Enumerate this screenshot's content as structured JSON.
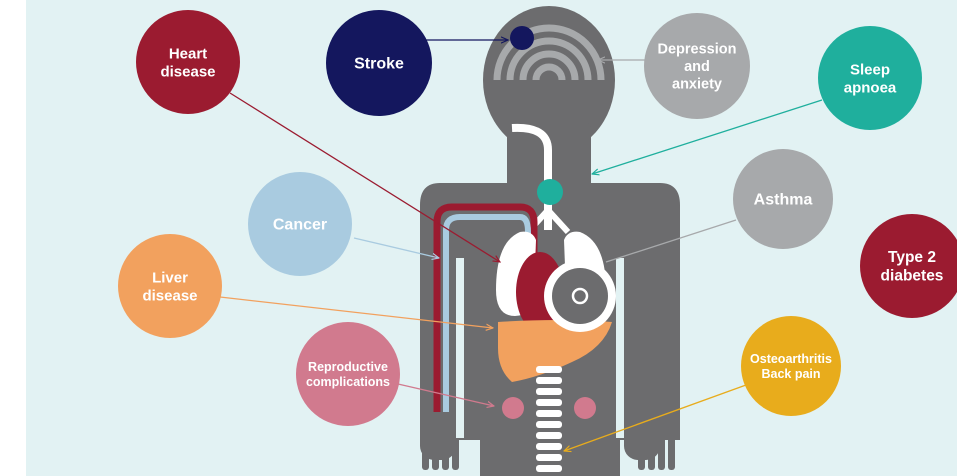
{
  "conditions": {
    "heart_disease": {
      "lines": [
        "Heart",
        "disease"
      ],
      "color": "#9b1b30"
    },
    "stroke": {
      "lines": [
        "Stroke"
      ],
      "color": "#14175e"
    },
    "depression": {
      "lines": [
        "Depression",
        "and",
        "anxiety"
      ],
      "color": "#a7a9ab"
    },
    "sleep_apnoea": {
      "lines": [
        "Sleep",
        "apnoea"
      ],
      "color": "#1faf9d"
    },
    "cancer": {
      "lines": [
        "Cancer"
      ],
      "color": "#a9cbe0"
    },
    "asthma": {
      "lines": [
        "Asthma"
      ],
      "color": "#a7a9ab"
    },
    "type2_diabetes": {
      "lines": [
        "Type 2",
        "diabetes"
      ],
      "color": "#9b1b30"
    },
    "liver_disease": {
      "lines": [
        "Liver",
        "disease"
      ],
      "color": "#f2a15e"
    },
    "reproductive": {
      "lines": [
        "Reproductive",
        "complications"
      ],
      "color": "#d17a8e"
    },
    "osteoarthritis": {
      "lines": [
        "Osteoarthritis",
        "Back pain"
      ],
      "color": "#e8ac1c"
    }
  },
  "colors": {
    "background": "#e2f2f3",
    "body": "#6c6c6e",
    "brain": "#a7a9ab",
    "lung": "#ffffff",
    "artery": "#9b1b30",
    "vein": "#a9cbe0",
    "liver": "#f2a15e"
  }
}
